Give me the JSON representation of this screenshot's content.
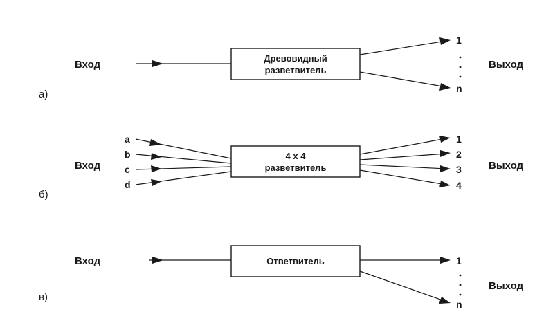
{
  "panels": [
    {
      "id": "a",
      "marker": "а)",
      "input_label": "Вход",
      "output_label": "Выход",
      "box_lines": [
        "Древовидный",
        "разветвитель"
      ],
      "input_ports": [],
      "output_ports": [
        "1",
        "n"
      ],
      "output_ellipsis": true
    },
    {
      "id": "b",
      "marker": "б)",
      "input_label": "Вход",
      "output_label": "Выход",
      "box_lines": [
        "4 x 4",
        "разветвитель"
      ],
      "input_ports": [
        "a",
        "b",
        "c",
        "d"
      ],
      "output_ports": [
        "1",
        "2",
        "3",
        "4"
      ],
      "output_ellipsis": false
    },
    {
      "id": "c",
      "marker": "в)",
      "input_label": "Вход",
      "output_label": "Выход",
      "box_lines": [
        "Ответвитель"
      ],
      "input_ports": [],
      "output_ports": [
        "1",
        "n"
      ],
      "output_ellipsis": true
    }
  ]
}
